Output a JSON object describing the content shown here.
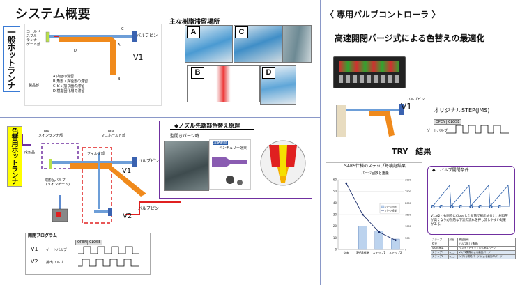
{
  "s1": {
    "title": "システム概要",
    "side_label": "一般ホットランナ",
    "labels": [
      "コールド",
      "スプル",
      "ランナ",
      "ゲート部"
    ],
    "valve_pin": "バルブピン",
    "v1": "V1",
    "points": [
      "C",
      "A",
      "B",
      "D"
    ],
    "legend": [
      "A:内面の滞留",
      "B:角部・異径部の滞留",
      "C:ピン摺り面の滞留",
      "D:樹脂固化層の滞留"
    ],
    "product": "製品部"
  },
  "s2": {
    "title": "主な樹脂滞留場所",
    "tags": [
      "A",
      "C",
      "B",
      "D"
    ]
  },
  "s3": {
    "side_label": "色替用ホットランナ",
    "mv": "MV",
    "mv_label": "メインランナ部",
    "mn": "MN",
    "mn_label": "マニホールド部",
    "molding": "成形品",
    "filter": "フィルタ部",
    "valve_pin": "バルブピン",
    "v1": "V1",
    "molding_valve": "成形品バルブ",
    "molding_valve_sub": "(メインゲート)",
    "valve_pin2": "バルブピン",
    "v2": "V2",
    "program_title": "開閉プログラム",
    "open": "OPEN",
    "close": "CLOSE",
    "row1_name": "V1",
    "row1_sub": "ゲートバルブ",
    "row2_name": "V2",
    "row2_sub": "排出バルブ"
  },
  "s4": {
    "title": "◆ノズル先端部色替え原理",
    "sub": "型開きパージ時",
    "venturi_box": "流路断面",
    "venturi": "ベンチュリー効果"
  },
  "s5": {
    "title": "〈 専用バルブコントローラ 〉",
    "headline": "高速開閉パージ式による色替えの最適化",
    "valve_pin": "バルブピン",
    "v1": "V1",
    "step": "オリジナルSTEP(JMS)",
    "open": "OPEN",
    "close": "CLOSE",
    "gate_valve": "ゲートバルブ",
    "try_result": "TRY　結果"
  },
  "chart_panel": {
    "title": "SARS仕様のステップ毎検証結果",
    "subtitle": "パージ回数と重量"
  },
  "chart_data": {
    "type": "bar",
    "categories": [
      "従来",
      "SARS標準",
      "ステップ1",
      "ステップ2"
    ],
    "series": [
      {
        "name": "パージ回数",
        "values": [
          0,
          20,
          16,
          9
        ]
      },
      {
        "name": "パージ重量",
        "values": [
          57,
          30,
          15,
          8
        ]
      }
    ],
    "ylim": [
      0,
      60
    ],
    "yticks": [
      0,
      10,
      20,
      30,
      40,
      50,
      60
    ],
    "y2ticks": [
      0,
      500,
      1000,
      1500,
      2000,
      2500,
      3000
    ]
  },
  "cond_panel": {
    "title": "◆　バルブ開閉条件",
    "markers": [
      "O",
      "C",
      "O",
      "C",
      "O",
      "C",
      "O",
      "C"
    ],
    "note": "V1,V2とも同時にCloseした状態で射出すると、材料圧が高くなり必然的な下流の流れを押し流しやすい効果がある。"
  },
  "table": {
    "header": [
      "ステップ",
      "射出",
      "検証仕様"
    ],
    "rows": [
      [
        "従来",
        "--",
        "バルブ無し(通常)"
      ],
      [
        "SARS標準",
        "--",
        "ランナ・カセット方式標準パージ"
      ],
      [
        "ステップ1",
        "V1.2",
        "V1,V2開閉による高速パージ"
      ],
      [
        "ステップ2",
        "V1.2",
        "ソフト(補助パージ)による高効率パージ"
      ]
    ]
  },
  "colors": {
    "orange": "#f08a1c",
    "blue": "#4a7ec4",
    "purple": "#7030a0",
    "red": "#e02020",
    "accent_yellow": "#ffff00"
  }
}
